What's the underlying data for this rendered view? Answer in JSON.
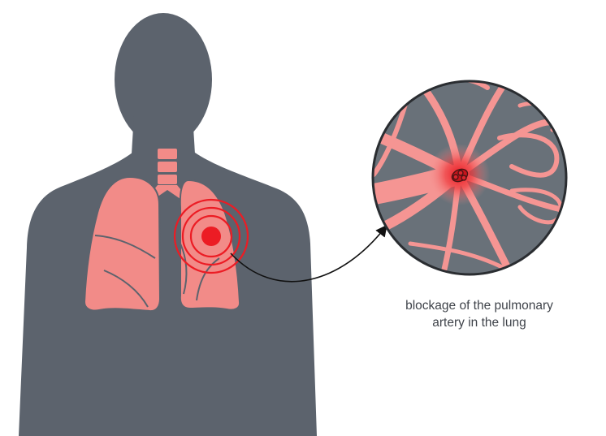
{
  "caption": {
    "line1": "blockage of the pulmonary",
    "line2": "artery in the lung"
  },
  "colors": {
    "background": "#ffffff",
    "body_silhouette": "#5c636d",
    "lung": "#f28b88",
    "lung_outline": "#5c636d",
    "blockage": "#ec1c24",
    "zoom_circle_background": "#697179",
    "artery": "#f59593",
    "arrow": "#111111",
    "caption_text": "#3f434a"
  },
  "icons": {
    "figure": "human-torso-silhouette",
    "lungs": "lungs-icon",
    "blockage_marker": "target-rings-icon",
    "zoom": "magnified-artery-circle",
    "pointer": "curved-arrow-icon"
  }
}
